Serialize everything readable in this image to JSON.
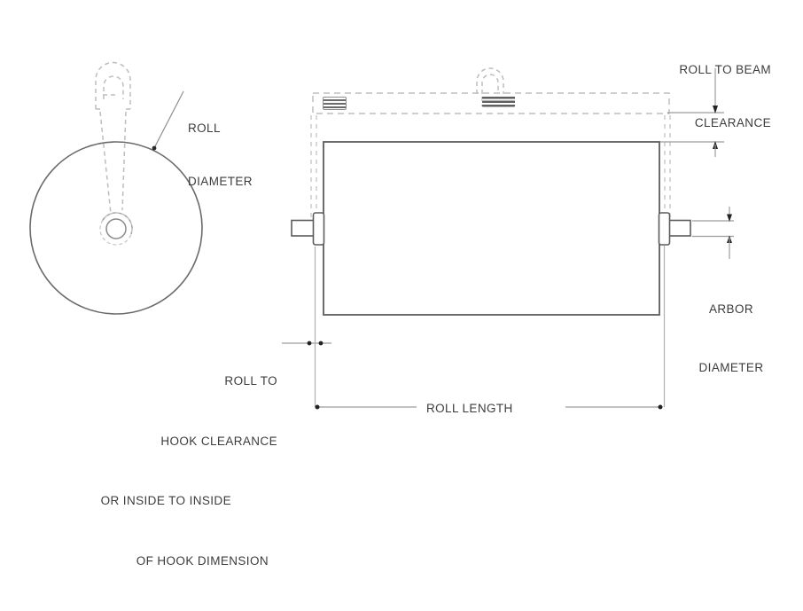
{
  "diagram": {
    "type": "technical-dimension-drawing",
    "subject": "roll with lifting beam and hooks, end view and side view",
    "views": [
      {
        "name": "end-view",
        "description": "roll end circle with hanging hook through arbor"
      },
      {
        "name": "side-view",
        "description": "roll side elevation with spreader beam, hook straps and arbor shafts"
      }
    ]
  },
  "labels": {
    "roll_diameter": {
      "lines": [
        "ROLL",
        "DIAMETER"
      ]
    },
    "roll_to_beam_clearance": {
      "lines": [
        "ROLL TO BEAM",
        "CLEARANCE"
      ]
    },
    "arbor_diameter": {
      "lines": [
        "ARBOR",
        "DIAMETER"
      ]
    },
    "roll_length": {
      "text": "ROLL LENGTH"
    },
    "roll_to_hook_clearance": {
      "lines": [
        "ROLL TO",
        "HOOK CLEARANCE",
        "OR INSIDE TO INSIDE",
        "OF HOOK DIMENSION"
      ]
    }
  },
  "colors": {
    "background": "#ffffff",
    "solid_outline": "#5c5c5c",
    "medium_line": "#8f8f8f",
    "hidden_dashed": "#c0c0c0",
    "dimension_line": "#9c9c9c",
    "dimension_mark": "#232323",
    "text": "#3c3c3c"
  }
}
